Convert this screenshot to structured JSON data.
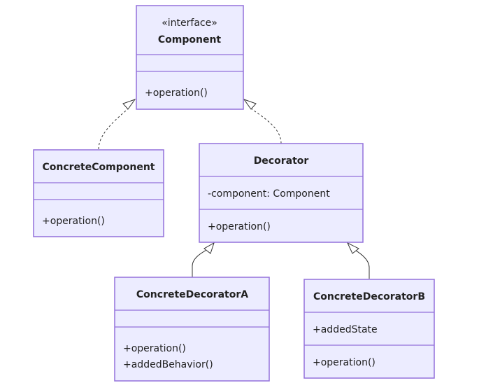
{
  "diagram": {
    "type": "uml-class-diagram",
    "classes": {
      "component": {
        "stereotype": "«interface»",
        "name": "Component",
        "attributes": [],
        "methods": [
          "+operation()"
        ]
      },
      "concrete_component": {
        "name": "ConcreteComponent",
        "attributes": [],
        "methods": [
          "+operation()"
        ]
      },
      "decorator": {
        "name": "Decorator",
        "attributes": [
          "-component: Component"
        ],
        "methods": [
          "+operation()"
        ]
      },
      "concrete_decorator_a": {
        "name": "ConcreteDecoratorA",
        "attributes": [],
        "methods": [
          "+operation()",
          "+addedBehavior()"
        ]
      },
      "concrete_decorator_b": {
        "name": "ConcreteDecoratorB",
        "attributes": [
          "+addedState"
        ],
        "methods": [
          "+operation()"
        ]
      }
    },
    "relations": [
      {
        "from": "ConcreteComponent",
        "to": "Component",
        "kind": "realization"
      },
      {
        "from": "Decorator",
        "to": "Component",
        "kind": "realization"
      },
      {
        "from": "ConcreteDecoratorA",
        "to": "Decorator",
        "kind": "inheritance"
      },
      {
        "from": "ConcreteDecoratorB",
        "to": "Decorator",
        "kind": "inheritance"
      }
    ],
    "colors": {
      "box_fill": "#ececff",
      "box_stroke": "#9370db",
      "edge": "#333333",
      "text": "#222222"
    }
  }
}
